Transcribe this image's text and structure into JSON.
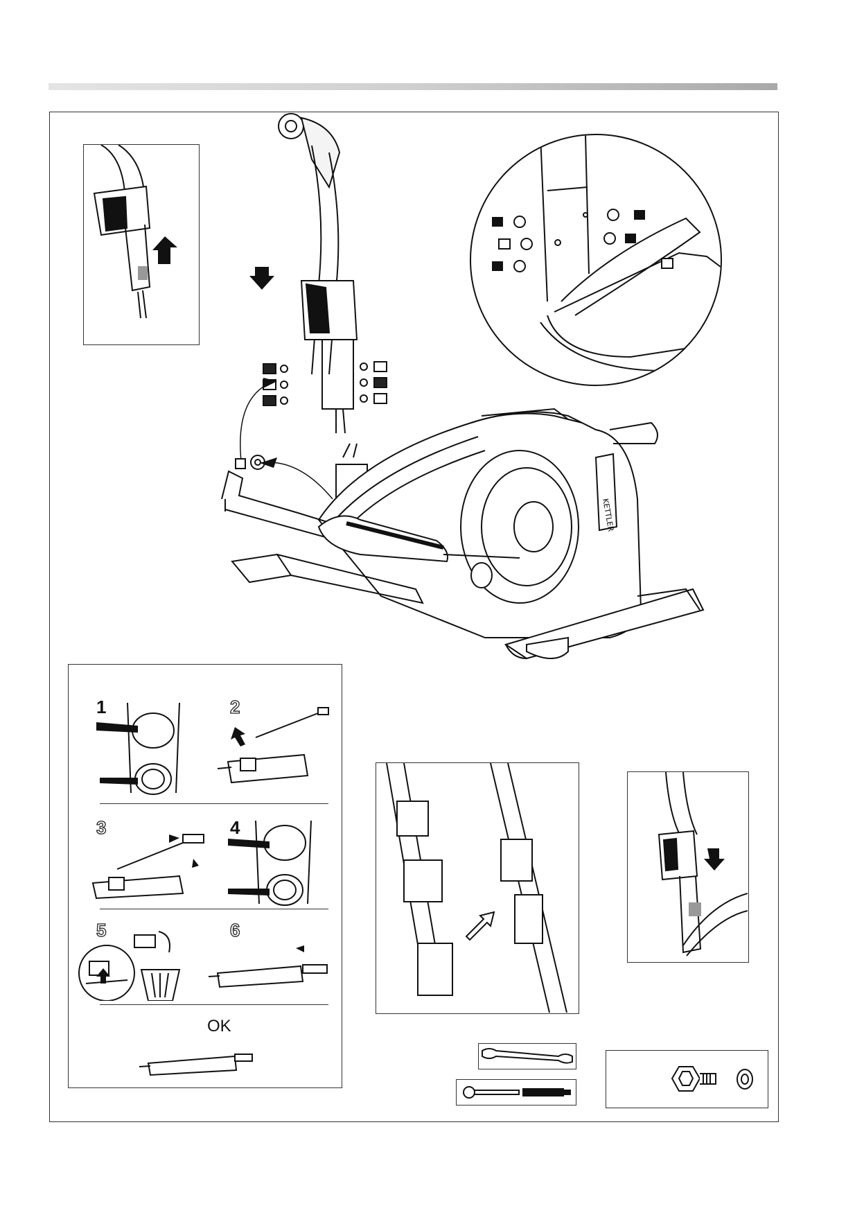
{
  "header": {
    "bar_color": "#bdbdbd"
  },
  "main_diagram": {
    "brand_label": "KETTLER"
  },
  "cable_steps": {
    "steps": [
      {
        "number": "1"
      },
      {
        "number": "2"
      },
      {
        "number": "3"
      },
      {
        "number": "4"
      },
      {
        "number": "5"
      },
      {
        "number": "6"
      }
    ],
    "ok_label": "OK"
  },
  "icons": {
    "arrow_up": "arrow-up-icon",
    "arrow_down": "arrow-down-icon",
    "wrench": "open-end-wrench-icon",
    "torque_wrench": "torque-wrench-icon",
    "bolt": "hex-bolt-icon",
    "washer": "washer-icon",
    "trash": "trash-bin-icon"
  }
}
